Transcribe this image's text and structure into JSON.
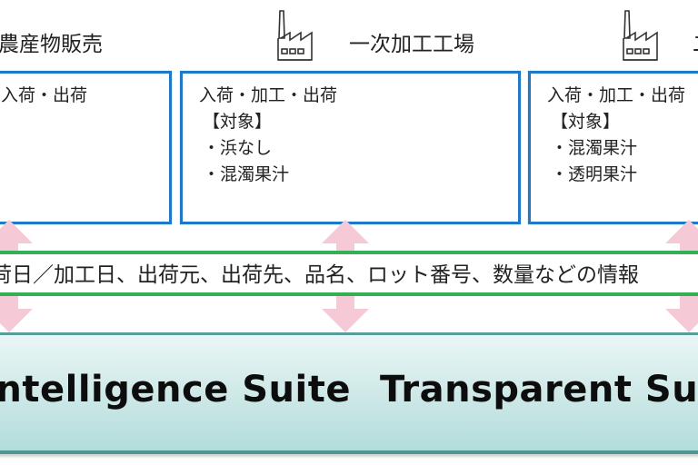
{
  "stages": [
    {
      "title": "農産物販売",
      "icon": "none",
      "lines": [
        "入荷・出荷"
      ]
    },
    {
      "title": "一次加工工場",
      "icon": "factory-icon",
      "lines": [
        "入荷・加工・出荷",
        "【対象】",
        "・浜なし",
        "・混濁果汁"
      ]
    },
    {
      "title": "二",
      "icon": "factory-icon",
      "lines": [
        "入荷・加工・出荷",
        "【対象】",
        "・混濁果汁",
        "・透明果汁"
      ]
    }
  ],
  "info_bar": {
    "text": "荷日／加工日、出荷元、出荷先、品名、ロット番号、数量などの情報"
  },
  "suite_bar": {
    "left_label": "Intelligence Suite",
    "right_label": "Transparent Suite"
  },
  "colors": {
    "box_border": "#1f78c8",
    "info_border": "#33b055",
    "arrow": "#f6c9d6",
    "suite_top": "#eaf6f6",
    "suite_bottom": "#b2dddb",
    "suite_border": "#4f9593"
  }
}
